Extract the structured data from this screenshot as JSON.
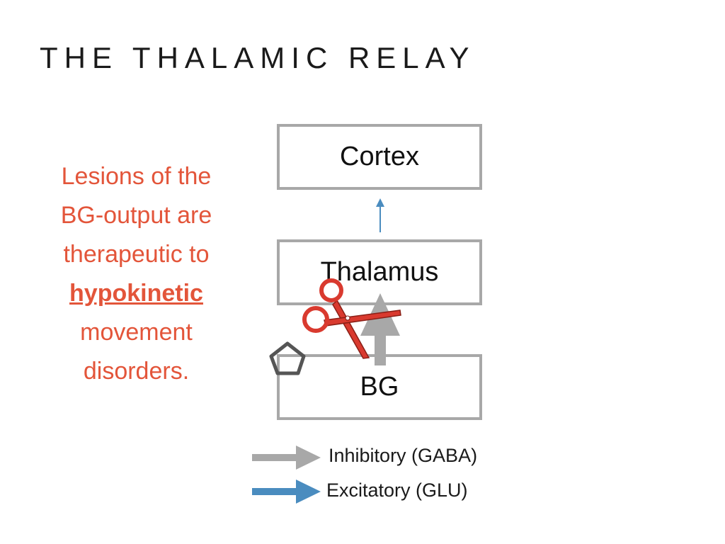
{
  "slide": {
    "title": "THE THALAMIC RELAY"
  },
  "side_text": {
    "lines": [
      "Lesions of the",
      "BG-output are",
      "therapeutic to"
    ],
    "emphasis": "hypokinetic",
    "lines_after": [
      "movement",
      "disorders."
    ],
    "color": "#e3553a"
  },
  "diagram": {
    "nodes": {
      "cortex": "Cortex",
      "thalamus": "Thalamus",
      "bg": "BG"
    },
    "edges": [
      {
        "from": "thalamus",
        "to": "cortex",
        "type": "excitatory"
      },
      {
        "from": "bg",
        "to": "thalamus",
        "type": "inhibitory",
        "lesioned": true
      }
    ]
  },
  "legend": {
    "inhibitory": "Inhibitory (GABA)",
    "excitatory": "Excitatory (GLU)"
  },
  "colors": {
    "inhibitory": "#a8a8a8",
    "excitatory": "#4a8cbf",
    "scissors": "#d93a2f",
    "box_border": "#a8a8a8"
  },
  "icons": [
    "scissors-icon",
    "pentagon-icon"
  ]
}
